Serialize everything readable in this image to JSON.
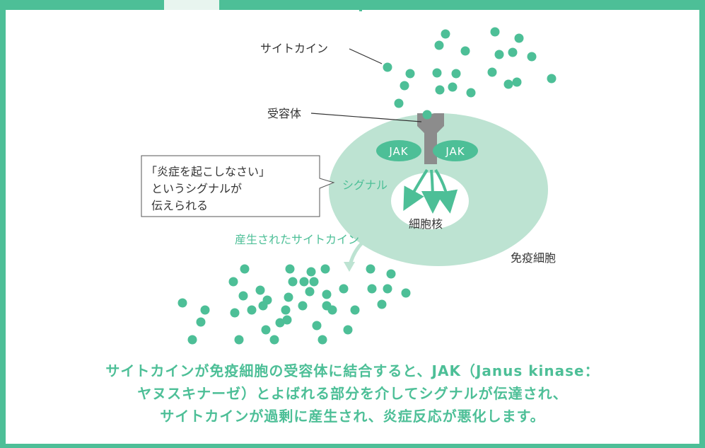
{
  "colors": {
    "accent": "#4dbf97",
    "cell": "#bde3d2",
    "receptor": "#8c8c8c",
    "text": "#333333"
  },
  "labels": {
    "cytokine": "サイトカイン",
    "receptor": "受容体",
    "jak_left": "JAK",
    "jak_right": "JAK",
    "signal": "シグナル",
    "nucleus": "細胞核",
    "immune_cell": "免疫細胞",
    "produced_cytokine": "産生されたサイトカイン"
  },
  "callout": {
    "line1": "「炎症を起こしなさい」",
    "line2": "というシグナルが",
    "line3": "伝えられる"
  },
  "caption": {
    "line1": "サイトカインが免疫細胞の受容体に結合すると、JAK（Janus kinase：",
    "line2": "ヤヌスキナーゼ）とよばれる部分を介してシグナルが伝達され、",
    "line3": "サイトカインが過剰に産生され、炎症反応が悪化します。"
  }
}
